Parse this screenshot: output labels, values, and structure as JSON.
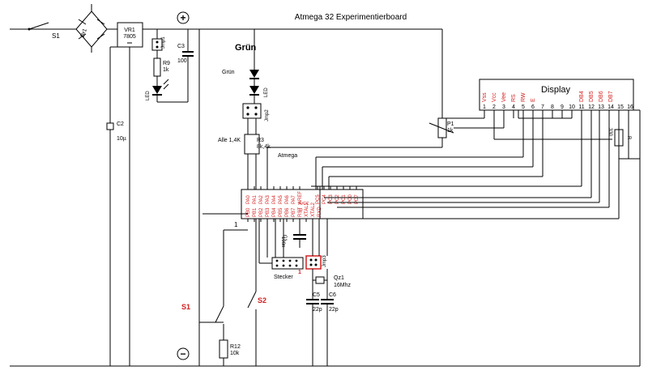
{
  "title": "Atmega 32 Experimentierboard",
  "plus_sign": "+",
  "minus_sign": "−",
  "components": {
    "switch_power": "S1",
    "rectifier": "Br1",
    "regulator_name": "VR1",
    "regulator_type": "7805",
    "jumper1": "Jmp1",
    "r9_name": "R9",
    "r9_value": "1k",
    "led_label": "LED",
    "c3_name": "C3",
    "c3_value": "100",
    "c2_name": "C2",
    "c2_value": "10µ",
    "gruen_header": "Grün",
    "gruen_small": "Grün",
    "jumper2": "Jmp2",
    "alle_label": "Alle 1,4K",
    "r3_name": "R3",
    "r3_value": "8k,4k",
    "atmega_label": "Atmega",
    "p1_name": "P1",
    "p1_value": "1k",
    "r_display_name": "R",
    "r_display_value": "330",
    "c1_name": "C1",
    "c1_value": "100n",
    "stecker": "Stecker",
    "jumper3": "Jmp3",
    "qz_name": "Qz1",
    "qz_value": "16Mhz",
    "c5_name": "C5",
    "c5_value": "22p",
    "c6_name": "C6",
    "c6_value": "22p",
    "s1_red": "S1",
    "s2_red": "S2",
    "r12_name": "R12",
    "r12_value": "10k",
    "display_label": "Display",
    "pin1_label": "1",
    "pin10_label": "10",
    "stecker_pin1": "1",
    "avcc_label": "AVCC"
  },
  "display_pin_names": [
    "Vss",
    "Vcc",
    "Vee",
    "RS",
    "RW",
    "E",
    "",
    "",
    "",
    "",
    "DB4",
    "DB5",
    "DB6",
    "DB7",
    "",
    ""
  ],
  "display_pin_numbers": [
    "1",
    "2",
    "3",
    "4",
    "5",
    "6",
    "7",
    "8",
    "9",
    "10",
    "11",
    "12",
    "13",
    "14",
    "15",
    "16"
  ],
  "chip_top_left": [
    "PA0",
    "PA1",
    "PA2",
    "PA3",
    "PA4",
    "PA5",
    "PA6",
    "PA7",
    "AREF"
  ],
  "chip_top_right": [
    "PC5",
    "PC4",
    "PC3",
    "PC2",
    "PC1",
    "PC0",
    "PD7"
  ],
  "chip_bottom_left": [
    "PB0",
    "PB1",
    "PB2",
    "PB3",
    "PB4",
    "PB5",
    "PB6",
    "PB7",
    "RST"
  ],
  "chip_bottom_right": [
    "XTAL1",
    "XTAL2",
    "RXD"
  ],
  "colors": {
    "red": "#d42020",
    "line": "#000000"
  }
}
